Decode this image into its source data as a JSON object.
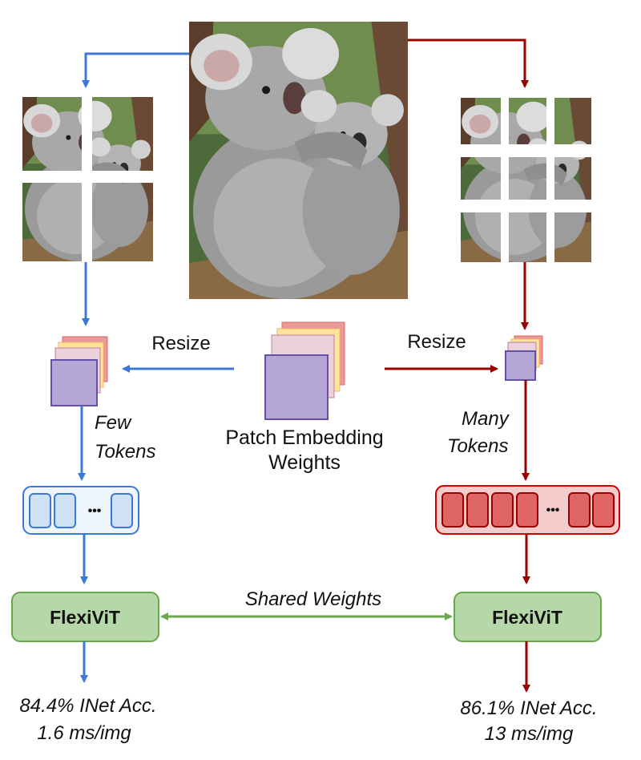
{
  "resize_left": "Resize",
  "resize_right": "Resize",
  "patch_weights": [
    "Patch Embedding",
    "Weights"
  ],
  "few_tokens": [
    "Few",
    "Tokens"
  ],
  "many_tokens": [
    "Many",
    "Tokens"
  ],
  "model_left": "FlexiViT",
  "model_right": "FlexiViT",
  "shared_weights": "Shared Weights",
  "result_left": [
    "84.4% INet Acc.",
    "1.6 ms/img"
  ],
  "result_right": [
    "86.1% INet Acc.",
    "13 ms/img"
  ],
  "ellipsis": "•••",
  "colors": {
    "blue": "#3c78d8",
    "red": "#990000",
    "green": "#6aa84f",
    "green_fill": "#b6d7a8",
    "purple": "#b4a7d6",
    "purple_stroke": "#674ea7",
    "token_blue_fill": "#cfe2f3",
    "token_red_fill": "#e06666",
    "token_red_bg": "#f4cccc"
  }
}
